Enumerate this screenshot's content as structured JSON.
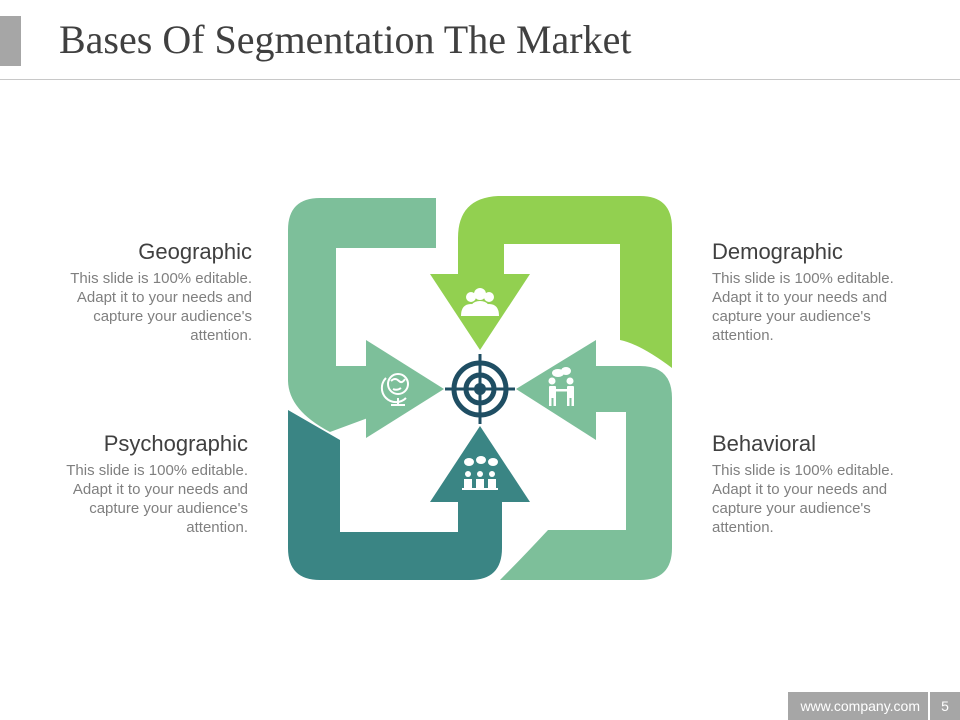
{
  "slide": {
    "title": "Bases Of Segmentation The Market",
    "footer_site": "www.company.com",
    "page_number": "5"
  },
  "segments": {
    "geographic": {
      "heading": "Geographic",
      "lines": [
        "This slide is 100% editable.",
        "Adapt it to your needs and",
        "capture your audience's",
        "attention."
      ],
      "icon": "globe-icon",
      "color": "#7dbf9a"
    },
    "demographic": {
      "heading": "Demographic",
      "lines": [
        "This slide is 100% editable.",
        "Adapt it to your needs and",
        "capture your audience's",
        "attention."
      ],
      "icon": "group-icon",
      "color": "#92d050"
    },
    "psychographic": {
      "heading": "Psychographic",
      "lines": [
        "This slide is 100% editable.",
        "Adapt it to your needs and",
        "capture your audience's",
        "attention."
      ],
      "icon": "thinking-people-icon",
      "color": "#3a8584"
    },
    "behavioral": {
      "heading": "Behavioral",
      "lines": [
        "This slide is 100% editable.",
        "Adapt it to your needs and",
        "capture your audience's",
        "attention."
      ],
      "icon": "handshake-icon",
      "color": "#7dbf9a"
    }
  },
  "center_icon": "target-icon",
  "colors": {
    "target": "#1f4e63"
  }
}
